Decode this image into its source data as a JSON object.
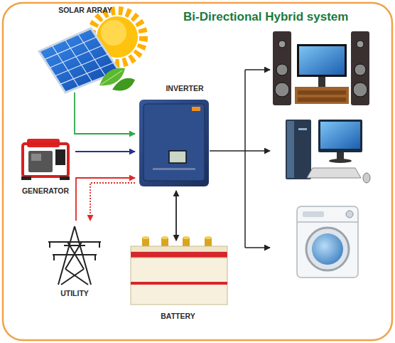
{
  "diagram": {
    "title": "Bi-Directional Hybrid system",
    "nodes": [
      {
        "text": [
          "SOLAR ARRAY"
        ]
      },
      {
        "text": [
          "INVERTER"
        ]
      },
      {
        "text": [
          "GENERATOR"
        ]
      },
      {
        "text": [
          "UTILITY"
        ]
      },
      {
        "text": [
          "BATTERY"
        ]
      }
    ],
    "edges": [
      {
        "from": 0,
        "to": 1,
        "arrow": "to"
      },
      {
        "from": 2,
        "to": 1,
        "arrow": "to"
      },
      {
        "from": 3,
        "to": 1,
        "arrow": "to"
      },
      {
        "from": 1,
        "to": 3,
        "arrow": "to"
      },
      {
        "from": 1,
        "to": 4,
        "arrow": "both"
      }
    ]
  }
}
